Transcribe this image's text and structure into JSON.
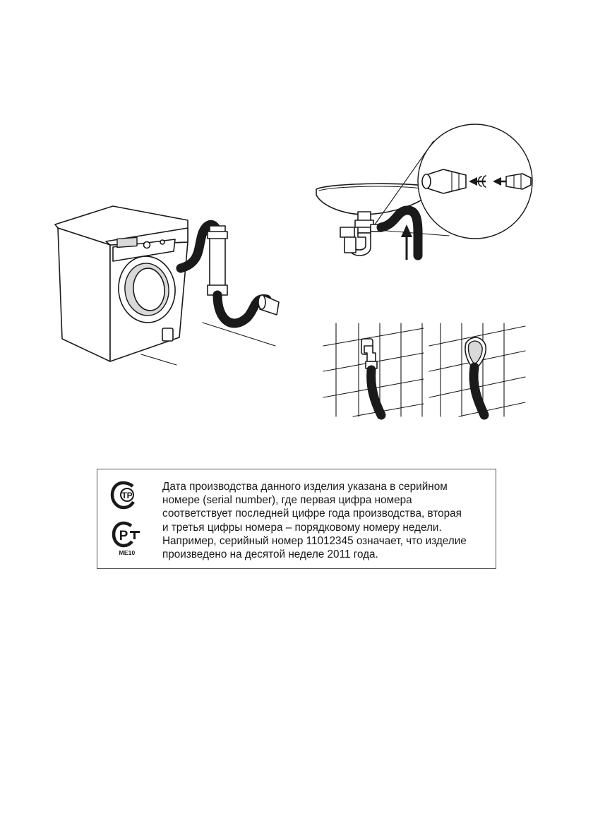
{
  "notice": {
    "text": "Дата производства данного изделия указана в серийном\nномере (serial number), где первая цифра номера\nсоответствует последней цифре года производства, вторая\nи третья цифры номера – порядковому номеру недели.\nНапример, серийный номер 11012345 означает, что изделие\nпроизведено на десятой неделе 2011 года.",
    "mark_code": "ME10"
  },
  "marks": {
    "tr_logo": "ТР",
    "rst_logo": "Р"
  },
  "icons": {
    "cert_tr": "gost-tr-certification-mark",
    "cert_rst": "gost-r-rst-certification-mark",
    "arrow": "up-arrow-icon",
    "connection_arrows": "left-arrow-icon"
  }
}
